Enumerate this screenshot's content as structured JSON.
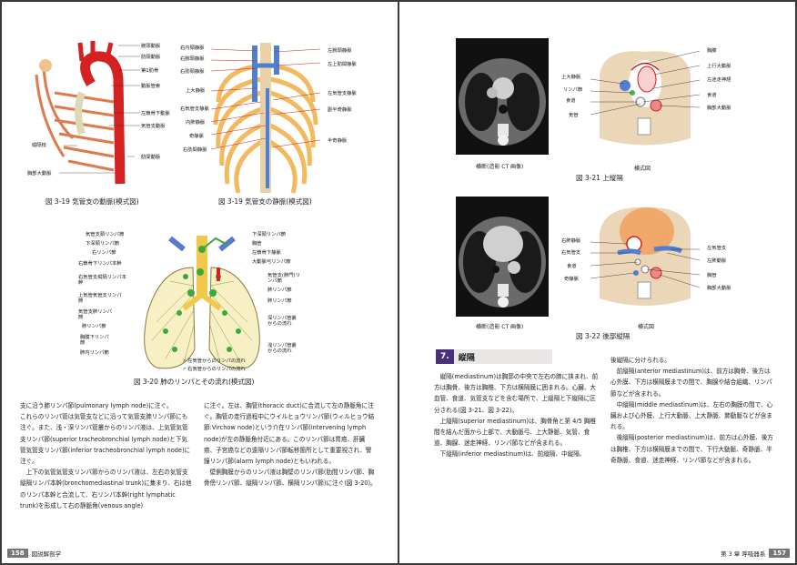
{
  "left_page": {
    "fig319a": {
      "caption": "図 3-19 気管支の動脈(模式図)",
      "labels": [
        "腕頭動脈",
        "肋頸動脈",
        "第1肋骨",
        "動脈管索",
        "左鎖骨下動脈",
        "気管支動脈",
        "縦隔枝",
        "肋間動脈",
        "胸部大動脈"
      ]
    },
    "fig319b": {
      "caption": "図 3-19 気管支の静脈(模式図)",
      "labels_left": [
        "右内頸静脈",
        "右腕頭静脈",
        "右肋頸静脈",
        "上大静脈",
        "右気管支静脈",
        "内肺静脈",
        "奇静脈",
        "右肋間静脈"
      ],
      "labels_right": [
        "左腕頭静脈",
        "左上肋間静脈",
        "左気管支静脈",
        "副半奇静脈",
        "半奇静脈"
      ]
    },
    "fig320": {
      "caption": "図 3-20 肺のリンパとその流れ(模式図)",
      "labels_left": [
        "気管支頸リンパ節",
        "下深頸リンパ節",
        "右リンパ節",
        "右鎖骨下リンパ本幹",
        "右気管支縦隔リンパ本幹",
        "上気管気管支リンパ節",
        "気管支肺リンパ節",
        "肺リンパ節",
        "胸膜下リンパ節",
        "肺内リンパ節"
      ],
      "labels_right": [
        "下深頸リンパ節",
        "胸管",
        "左鎖骨下静脈",
        "大動脈弓リンパ節",
        "気管支(肺門)リンパ節",
        "肺リンパ節",
        "肺リンパ節",
        "深リンパ管叢からの流れ",
        "浅リンパ管叢からの流れ"
      ],
      "legend": [
        "左気管からのリンパの流れ",
        "右気管からのリンパの流れ"
      ]
    },
    "body_col1": [
      "支に沿う肺リンパ節(pulmonary lymph node)に注ぐ。",
      "これらのリンパ管は気管支などに沿って気管支肺リンパ節にも注ぐ。また、浅・深リンパ管叢からのリンパ液は、上気管気管支リンパ節(superior tracheobronchial lymph node)と下気管気管支リンパ節(inferior tracheobronchial lymph node)に注ぐ。",
      "上下の気管気管支リンパ節からのリンパ液は、左右の気管支縦隔リンパ本幹(bronchomediastinal trunk)に集まり、右は他のリンパ本幹と合流して、右リンパ本幹(right lymphatic trunk)を形成して右の静脈角(venous angle)"
    ],
    "body_col2": [
      "に注ぐ。左は、胸管(thoracic duct)に合流して左の静脈角に注ぐ。胸管の走行過程中にウイルヒョウリンパ節(ウィルヒョウ結節:Virchow node)という介在リンパ節(intervening lymph node)が左の静脈角付近にある。このリンパ節は胃癌、肝臓癌、子宮癌などの遠隔リンパ節転移箇所として重要視され、警鐘リンパ節(alarm lymph node)ともいわれる。",
      "壁側胸膜からのリンパ液は胸壁のリンパ節(肋間リンパ節、胸骨傍リンパ節、縦隔リンパ節、横隔リンパ節)に注ぐ(図 3-20)。"
    ],
    "page_number": "158",
    "book_title": "図説解剖学"
  },
  "right_page": {
    "fig321": {
      "ct_caption": "横断(造影 CT 画像)",
      "schema_caption": "横式図",
      "caption": "図 3-21 上縦隔",
      "labels_left": [
        "上大静脈",
        "リンパ節",
        "食道",
        "気管"
      ],
      "labels_right": [
        "胸腺",
        "上行大動脈",
        "左迷走神経",
        "食道",
        "胸部大動脈"
      ]
    },
    "fig322": {
      "ct_caption": "横断(造影 CT 画像)",
      "schema_caption": "横式図",
      "caption": "図 3-22 後部縦隔",
      "labels_left": [
        "右肺静脈",
        "右気管支",
        "食道",
        "奇静脈"
      ],
      "labels_right": [
        "左気管支",
        "左肺動脈",
        "胸管",
        "胸部大動脈"
      ]
    },
    "section": {
      "number": "7.",
      "title": "縦隔"
    },
    "body_col1": [
      "縦隔(mediastinum)は胸郭の中央で左右の肺に挟まれ、前方は胸骨、後方は胸椎、下方は横隔膜に囲まれる。心臓、大血管、食道、気管支などを含む場所で、上縦隔と下縦隔に区分される(図 3-21、図 3-22)。",
      "上縦隔(superior mediastinum)は、胸骨角と第 4/5 胸椎間を結んだ面から上部で、大動脈弓、上大静脈、気管、食道、胸腺、迷走神経、リンパ節などが含まれる。",
      "下縦隔(inferior mediastinum)は、前縦隔、中縦隔、"
    ],
    "body_col2": [
      "後縦隔に分けられる。",
      "前縦隔(anterior mediastinum)は、前方は胸骨、後方は心外膜、下方は横隔膜までの間で、胸腺や結合組織、リンパ節などが含まれる。",
      "中縦隔(middle mediastinum)は、左右の胸膜の間で、心臓および心外膜、上行大動脈、上大静脈、肺動脈などが含まれる。",
      "後縦隔(posterior mediastinum)は、前方は心外膜、後方は胸椎、下方は横隔膜までの間で、下行大動脈、奇静脈、半奇静脈、食道、迷走神経、リンパ節などが含まれる。"
    ],
    "chapter": "第 3 章 呼吸器系",
    "page_number": "157"
  }
}
